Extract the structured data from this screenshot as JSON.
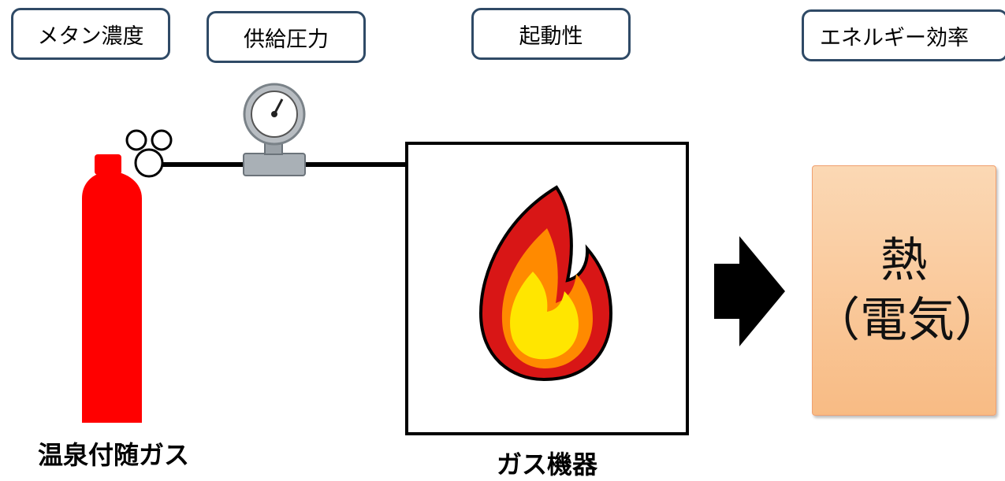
{
  "labels": {
    "methane": "メタン濃度",
    "pressure": "供給圧力",
    "startup": "起動性",
    "efficiency": "エネルギー効率"
  },
  "captions": {
    "gas": "温泉付随ガス",
    "device": "ガス機器"
  },
  "output": {
    "main": "熱",
    "sub": "（電気）"
  },
  "colors": {
    "box_border": "#2f4a66",
    "cylinder": "#ff0000",
    "flame_outer": "#d81616",
    "flame_mid": "#ff8a00",
    "flame_inner": "#ffe600",
    "output_fill": "#f8bb84"
  },
  "icons": [
    "gas-cylinder-icon",
    "pressure-gauge-icon",
    "flame-icon",
    "arrow-right-icon"
  ]
}
